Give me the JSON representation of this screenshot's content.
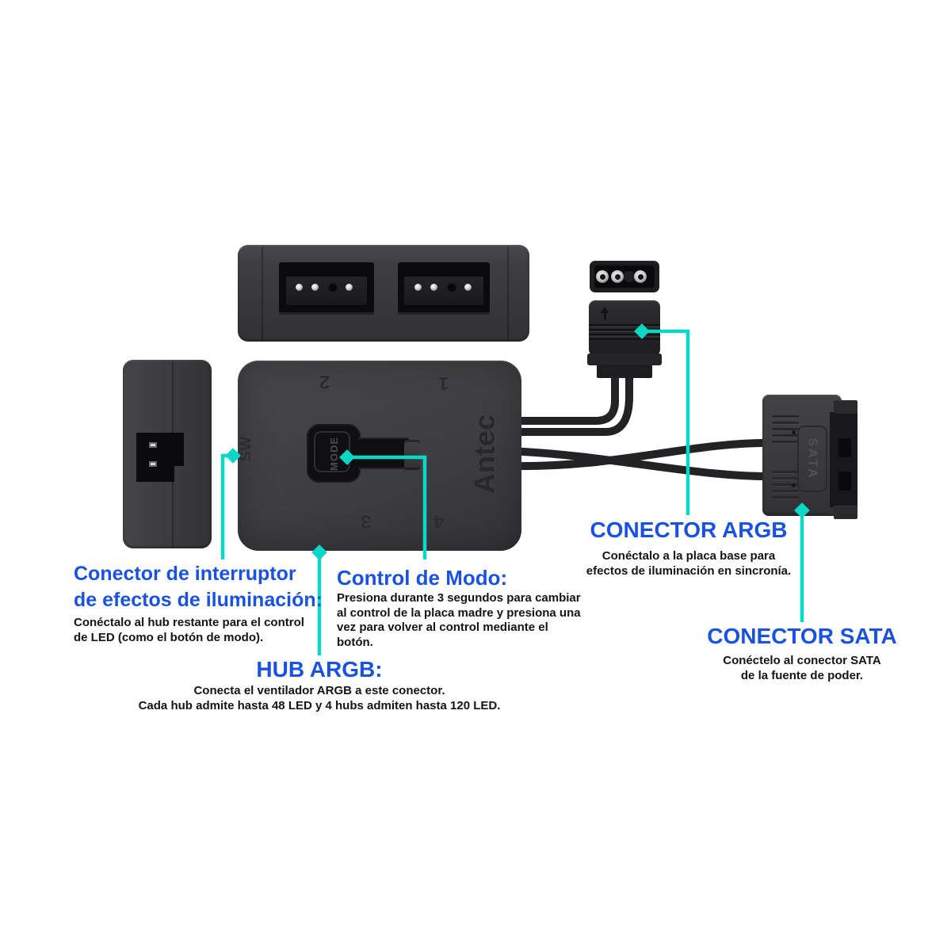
{
  "colors": {
    "accent_blue": "#1a52e0",
    "callout_teal": "#0cd6c6",
    "body_text": "#141414",
    "device_gray": "#3e3e40"
  },
  "hub": {
    "brand": "Antec",
    "port_1": "1",
    "port_2": "2",
    "port_3": "3",
    "port_4": "4",
    "sw_label": "SW",
    "mode_button": "MODE"
  },
  "sata_connector": {
    "label": "SATA"
  },
  "annotations": {
    "switch": {
      "title_line1": "Conector de interruptor",
      "title_line2": "de efectos de iluminación:",
      "body_line1": "Conéctalo al hub restante para el control",
      "body_line2": "de LED (como el botón de modo)."
    },
    "mode": {
      "title": "Control de Modo:",
      "body_line1": "Presiona durante 3 segundos para cambiar",
      "body_line2": "al control de la placa madre y presiona una",
      "body_line3": "vez para volver al control mediante el botón."
    },
    "hub": {
      "title": "HUB ARGB:",
      "body_line1": "Conecta el ventilador ARGB a este conector.",
      "body_line2": "Cada hub admite hasta 48 LED y 4 hubs admiten hasta 120 LED."
    },
    "argb": {
      "title": "CONECTOR ARGB",
      "body_line1": "Conéctalo a la placa base para",
      "body_line2": "efectos de iluminación en sincronía."
    },
    "sata": {
      "title": "CONECTOR SATA",
      "body_line1": "Conéctelo al conector SATA",
      "body_line2": "de la fuente de poder."
    }
  }
}
